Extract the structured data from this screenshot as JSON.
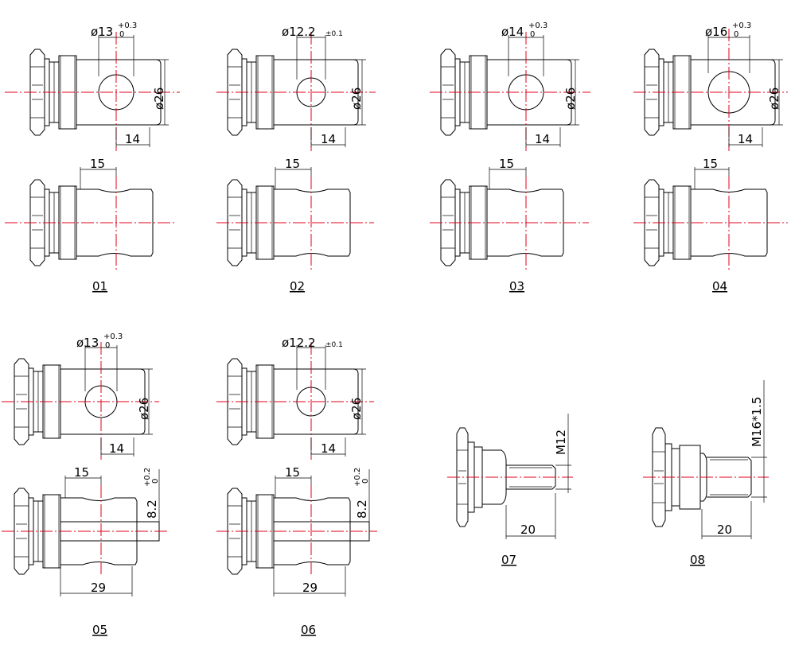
{
  "parts": [
    {
      "id": "01",
      "label": "01",
      "hole": "ø13",
      "hole_tol_upper": "+0.3",
      "hole_tol_lower": "0",
      "dia": "ø26",
      "hole_pos": "14",
      "side_len": "15"
    },
    {
      "id": "02",
      "label": "02",
      "hole": "ø12.2",
      "hole_tol": "±0.1",
      "dia": "ø26",
      "hole_pos": "14",
      "side_len": "15"
    },
    {
      "id": "03",
      "label": "03",
      "hole": "ø14",
      "hole_tol_upper": "+0.3",
      "hole_tol_lower": "0",
      "dia": "ø26",
      "hole_pos": "14",
      "side_len": "15"
    },
    {
      "id": "04",
      "label": "04",
      "hole": "ø16",
      "hole_tol_upper": "+0.3",
      "hole_tol_lower": "0",
      "dia": "ø26",
      "hole_pos": "14",
      "side_len": "15"
    },
    {
      "id": "05",
      "label": "05",
      "hole": "ø13",
      "hole_tol_upper": "+0.3",
      "hole_tol_lower": "0",
      "dia": "ø26",
      "hole_pos": "14",
      "side_len": "15",
      "slot": "8.2",
      "slot_tol_upper": "+0.2",
      "slot_tol_lower": "0",
      "length": "29"
    },
    {
      "id": "06",
      "label": "06",
      "hole": "ø12.2",
      "hole_tol": "±0.1",
      "dia": "ø26",
      "hole_pos": "14",
      "side_len": "15",
      "slot": "8.2",
      "slot_tol_upper": "+0.2",
      "slot_tol_lower": "0",
      "length": "29"
    },
    {
      "id": "07",
      "label": "07",
      "thread": "M12",
      "length": "20"
    },
    {
      "id": "08",
      "label": "08",
      "thread": "M16*1.5",
      "length": "20"
    }
  ],
  "colors": {
    "line": "#000000",
    "centerline": "#e0001a",
    "background": "#ffffff"
  }
}
